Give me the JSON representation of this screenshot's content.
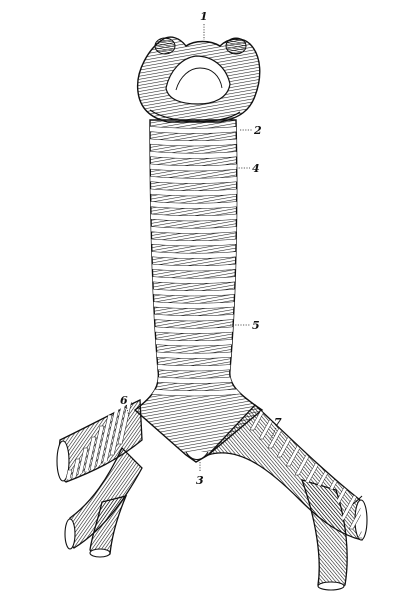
{
  "figure": {
    "ink_color": "#1a1a1a",
    "paper_color": "#ffffff",
    "labels": {
      "l1": "1",
      "l2": "2",
      "l3": "3",
      "l4": "4",
      "l5": "5",
      "l6": "6",
      "l7": "7"
    }
  }
}
